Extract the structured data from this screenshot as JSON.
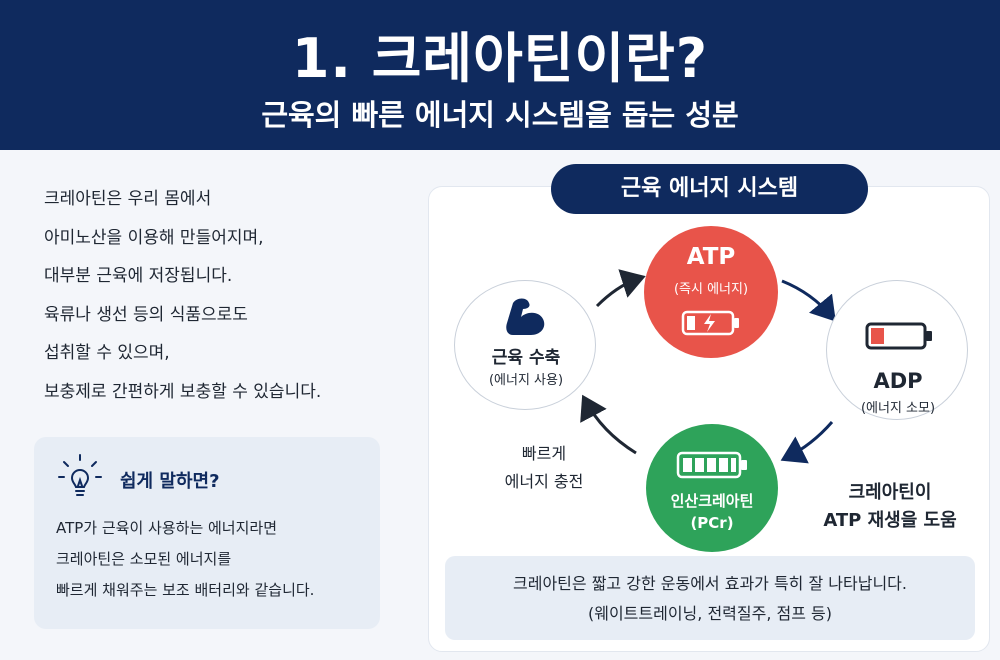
{
  "header": {
    "title": "1. 크레아틴이란?",
    "subtitle": "근육의 빠른 에너지 시스템을 돕는 성분"
  },
  "intro": {
    "lines": [
      "크레아틴은 우리 몸에서",
      "아미노산을 이용해 만들어지며,",
      "대부분 근육에 저장됩니다.",
      "육류나 생선 등의 식품으로도",
      "섭취할 수 있으며,",
      "보충제로 간편하게 보충할 수 있습니다."
    ]
  },
  "tip": {
    "icon": "lightbulb-icon",
    "title": "쉽게 말하면?",
    "lines": [
      "ATP가 근육이 사용하는 에너지라면",
      "크레아틴은 소모된 에너지를",
      "빠르게 채워주는 보조 배터리와 같습니다."
    ]
  },
  "diagram": {
    "title": "근육 에너지 시스템",
    "nodes": {
      "atp": {
        "label": "ATP",
        "sub": "(즉시 에너지)",
        "icon": "low-battery-charging-icon"
      },
      "adp": {
        "label": "ADP",
        "sub": "(에너지 소모)",
        "icon": "empty-battery-icon"
      },
      "pcr": {
        "label": "인산크레아틴",
        "sub": "(PCr)",
        "icon": "full-battery-icon"
      },
      "muscle": {
        "label": "근육 수축",
        "sub": "(에너지 사용)",
        "icon": "flexed-arm-icon"
      }
    },
    "labels": {
      "recharge_1": "빠르게",
      "recharge_2": "에너지 충전",
      "creatine_1": "크레아틴이",
      "creatine_2": "ATP 재생을 도움"
    },
    "colors": {
      "navy": "#0f2a5e",
      "red": "#e8544a",
      "green": "#2ea35a"
    }
  },
  "note": {
    "line1": "크레아틴은 짧고 강한 운동에서 효과가 특히 잘 나타납니다.",
    "line2": "(웨이트트레이닝, 전력질주, 점프 등)"
  }
}
